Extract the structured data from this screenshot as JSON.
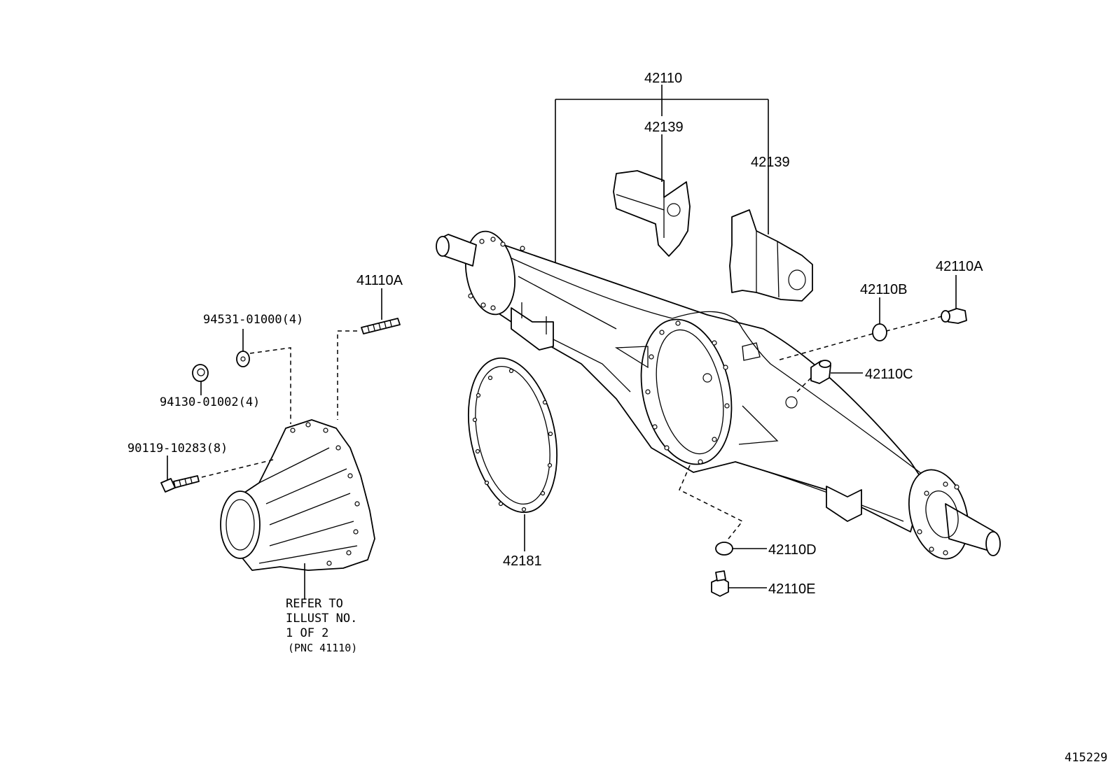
{
  "labels": {
    "p42110": "42110",
    "p42139_a": "42139",
    "p42139_b": "42139",
    "p41110A": "41110A",
    "p94531": "94531-01000(4)",
    "p94130": "94130-01002(4)",
    "p90119": "90119-10283(8)",
    "p42181": "42181",
    "p42110B": "42110B",
    "p42110A": "42110A",
    "p42110C": "42110C",
    "p42110D": "42110D",
    "p42110E": "42110E"
  },
  "refer_note": {
    "line1": "REFER TO",
    "line2": "ILLUST NO.",
    "line3": "1 OF 2",
    "line4": "(PNC 41110)"
  },
  "illustration_number": "415229"
}
